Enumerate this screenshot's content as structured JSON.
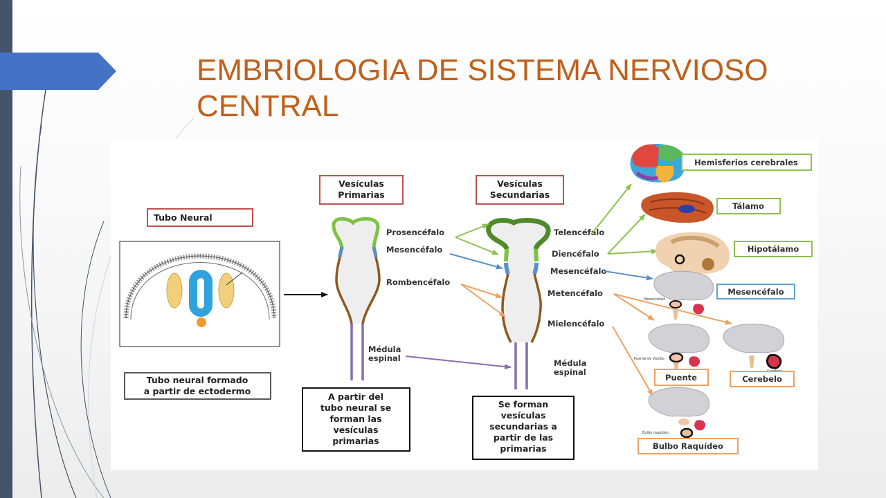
{
  "slide": {
    "title_line1": "EMBRIOLOGIA DE SISTEMA NERVIOSO",
    "title_line2": "CENTRAL"
  },
  "colors": {
    "title": "#c0601a",
    "left_bar": "#44546a",
    "accent_tab": "#4472c4",
    "green": "#8fbf4f",
    "blue": "#5b8fc7",
    "orange": "#f0a060",
    "purple": "#8b6bb1",
    "brown": "#8b5a1e",
    "red_box": "#c0504d"
  },
  "diagram": {
    "tubo_neural_title": "Tubo Neural",
    "tubo_caption_1": "Tubo neural formado",
    "tubo_caption_2": "a partir de ectodermo",
    "primarias_title_1": "Vesículas",
    "primarias_title_2": "Primarias",
    "secundarias_title_1": "Vesículas",
    "secundarias_title_2": "Secundarias",
    "label_prosencefalo": "Prosencéfalo",
    "label_mesencefalo_p": "Mesencéfalo",
    "label_rombencefalo": "Rombencéfalo",
    "label_medula_p_1": "Médula",
    "label_medula_p_2": "espinal",
    "label_telencefalo": "Telencéfalo",
    "label_diencefalo": "Diencéfalo",
    "label_mesencefalo_s": "Mesencéfalo",
    "label_metencefalo": "Metencéfalo",
    "label_mielencefalo": "Mielencéfalo",
    "label_medula_s_1": "Médula",
    "label_medula_s_2": "espinal",
    "primarias_note": [
      "A partir del",
      "tubo neural se",
      "forman las",
      "vesículas",
      "primarias"
    ],
    "secundarias_note": [
      "Se forman",
      "vesículas",
      "secundarias a",
      "partir de las",
      "primarias"
    ],
    "box_hemisferios": "Hemisferios cerebrales",
    "box_talamo": "Tálamo",
    "box_hipotalamo": "Hipotálamo",
    "box_mesencefalo": "Mesencéfalo",
    "box_puente": "Puente",
    "box_cerebelo": "Cerebelo",
    "box_bulbo": "Bulbo Raquídeo",
    "tiny_mesencefalo": "Mesencéfalo",
    "tiny_puente": "Puente de Varolio",
    "tiny_cerebelo": "Cerebelo",
    "tiny_bulbo": "Bulbo raquídeo"
  }
}
